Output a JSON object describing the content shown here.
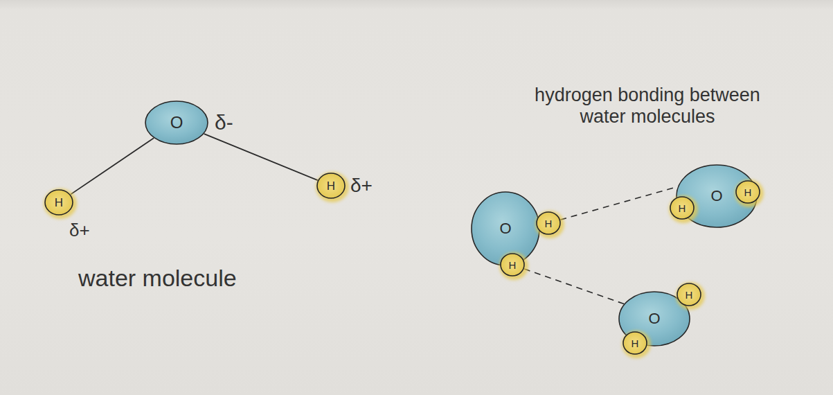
{
  "diagram": {
    "nodes": [
      {
        "text": [
          "O"
        ]
      },
      {
        "text": [
          "H"
        ]
      },
      {
        "text": [
          "H"
        ]
      },
      {
        "text": [
          "O"
        ]
      },
      {
        "text": [
          "H"
        ]
      },
      {
        "text": [
          "H"
        ]
      },
      {
        "text": [
          "O"
        ]
      },
      {
        "text": [
          "H"
        ]
      },
      {
        "text": [
          "H"
        ]
      },
      {
        "text": [
          "O"
        ]
      },
      {
        "text": [
          "H"
        ]
      },
      {
        "text": [
          "H"
        ]
      }
    ],
    "edges": [
      {
        "from": 0,
        "to": 1,
        "arrow": "none"
      },
      {
        "from": 0,
        "to": 2,
        "arrow": "none"
      },
      {
        "from": 4,
        "to": 6,
        "arrow": "none"
      },
      {
        "from": 5,
        "to": 9,
        "arrow": "none"
      }
    ],
    "labels": [
      "δ-",
      "δ+",
      "δ+",
      "water molecule",
      "hydrogen bonding between water molecules"
    ]
  }
}
